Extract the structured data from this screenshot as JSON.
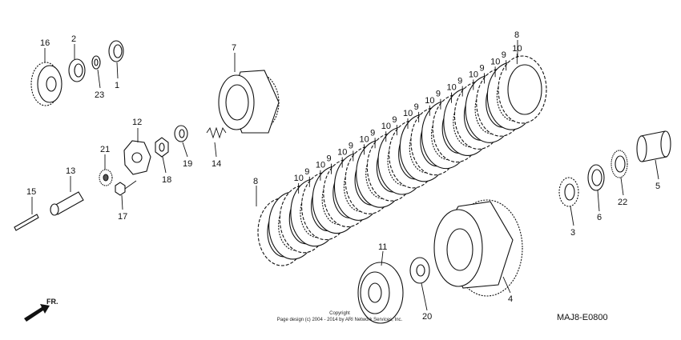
{
  "diagram": {
    "code": "MAJ8-E0800",
    "copyright_line1": "Copyright",
    "copyright_line2": "Page design (c) 2004 - 2014 by ARI Network Services, Inc.",
    "direction_label": "FR.",
    "callouts": [
      {
        "id": "c16",
        "label": "16"
      },
      {
        "id": "c2",
        "label": "2"
      },
      {
        "id": "c1",
        "label": "1"
      },
      {
        "id": "c23",
        "label": "23"
      },
      {
        "id": "c7",
        "label": "7"
      },
      {
        "id": "c12",
        "label": "12"
      },
      {
        "id": "c21",
        "label": "21"
      },
      {
        "id": "c18",
        "label": "18"
      },
      {
        "id": "c19",
        "label": "19"
      },
      {
        "id": "c14",
        "label": "14"
      },
      {
        "id": "c13",
        "label": "13"
      },
      {
        "id": "c17",
        "label": "17"
      },
      {
        "id": "c15",
        "label": "15"
      },
      {
        "id": "c8a",
        "label": "8"
      },
      {
        "id": "c8b",
        "label": "8"
      },
      {
        "id": "c11",
        "label": "11"
      },
      {
        "id": "c20",
        "label": "20"
      },
      {
        "id": "c4",
        "label": "4"
      },
      {
        "id": "c3",
        "label": "3"
      },
      {
        "id": "c6",
        "label": "6"
      },
      {
        "id": "c22",
        "label": "22"
      },
      {
        "id": "c5",
        "label": "5"
      }
    ],
    "plate_labels": [
      "10",
      "9",
      "10",
      "9",
      "10",
      "9",
      "10",
      "9",
      "10",
      "9",
      "10",
      "9",
      "10",
      "9",
      "10",
      "9",
      "10",
      "9",
      "10",
      "9",
      "10"
    ]
  }
}
